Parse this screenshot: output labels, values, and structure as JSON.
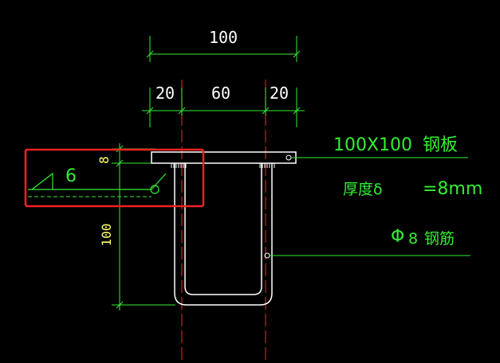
{
  "dimensions": {
    "overall_width": "100",
    "left_edge": "20",
    "center_span": "60",
    "right_edge": "20",
    "plate_thickness": "8",
    "depth": "100"
  },
  "weld": {
    "size": "6"
  },
  "annotations": {
    "plate_label": "100X100",
    "plate_material": "钢板",
    "thickness_prefix": "厚度δ",
    "thickness_value": "=8mm",
    "rebar_symbol": "Φ",
    "rebar_size": "8",
    "rebar_material": "钢筋"
  },
  "colors": {
    "dimension_lines": "#33ee33",
    "dimension_text": "#ffffff",
    "vertical_text": "#ffff66",
    "annotation_text": "#33ee33",
    "center_lines": "#cc2222",
    "steel_outline": "#ffffff",
    "highlight_box": "#ee2222"
  },
  "icons": {
    "weld_symbol": "fillet-weld-symbol",
    "leader_marker": "circle-marker"
  }
}
